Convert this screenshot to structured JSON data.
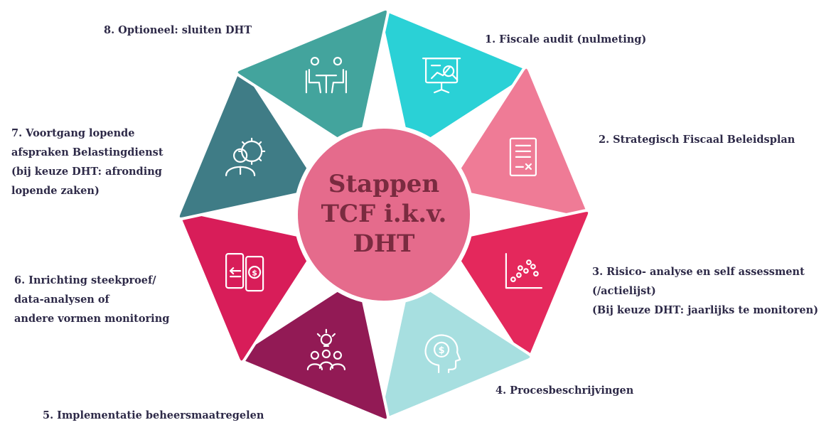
{
  "center": {
    "lines": [
      "Stappen",
      "TCF i.k.v.",
      "DHT"
    ],
    "color": "#e56b8c"
  },
  "steps": [
    {
      "lines": [
        "1. Fiscale audit (nulmeting)"
      ],
      "color": "#2ad1d6",
      "icon": "presentation-chart-icon"
    },
    {
      "lines": [
        "2. Strategisch Fiscaal Beleidsplan"
      ],
      "color": "#ef7b96",
      "icon": "document-icon"
    },
    {
      "lines": [
        "3. Risico- analyse en self assessment",
        "(/actielijst)",
        "(Bij keuze DHT: jaarlijks te monitoren)"
      ],
      "color": "#e4285c",
      "icon": "scatter-plot-icon"
    },
    {
      "lines": [
        "4. Procesbeschrijvingen"
      ],
      "color": "#a7dfe0",
      "icon": "head-dollar-icon"
    },
    {
      "lines": [
        "5. Implementatie beheersmaatregelen"
      ],
      "color": "#921a55",
      "icon": "team-idea-icon"
    },
    {
      "lines": [
        "6. Inrichting steekproef/",
        "data-analysen of",
        "andere vormen monitoring"
      ],
      "color": "#d81d59",
      "icon": "phone-transfer-icon"
    },
    {
      "lines": [
        "7. Voortgang lopende",
        "afspraken Belastingdienst",
        "(bij keuze DHT: afronding",
        "lopende zaken)"
      ],
      "color": "#3f7c86",
      "icon": "user-gear-icon"
    },
    {
      "lines": [
        "8. Optioneel: sluiten DHT"
      ],
      "color": "#43a49d",
      "icon": "meeting-icon"
    }
  ]
}
